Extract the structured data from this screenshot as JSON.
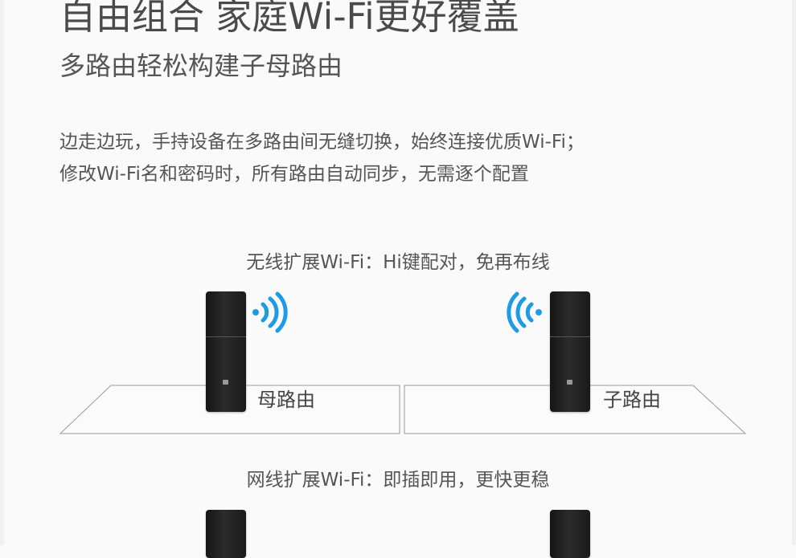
{
  "header": {
    "title": "自由组合 家庭Wi-Fi更好覆盖",
    "subtitle": "多路由轻松构建子母路由"
  },
  "description": {
    "line1": "边走边玩，手持设备在多路由间无缝切换，始终连接优质Wi-Fi；",
    "line2": "修改Wi-Fi名和密码时，所有路由自动同步，无需逐个配置"
  },
  "wireless_section": {
    "caption": "无线扩展Wi-Fi：Hi键配对，免再布线",
    "mother_label": "母路由",
    "child_label": "子路由"
  },
  "wired_section": {
    "caption": "网线扩展Wi-Fi：即插即用，更快更稳"
  },
  "icons": {
    "wifi_signal": "wifi-signal-icon",
    "router_logo": "router-logo-icon"
  },
  "colors": {
    "wifi_blue": "#1e9be6",
    "router_black": "#1f1f1f",
    "text_gray": "#555555"
  }
}
